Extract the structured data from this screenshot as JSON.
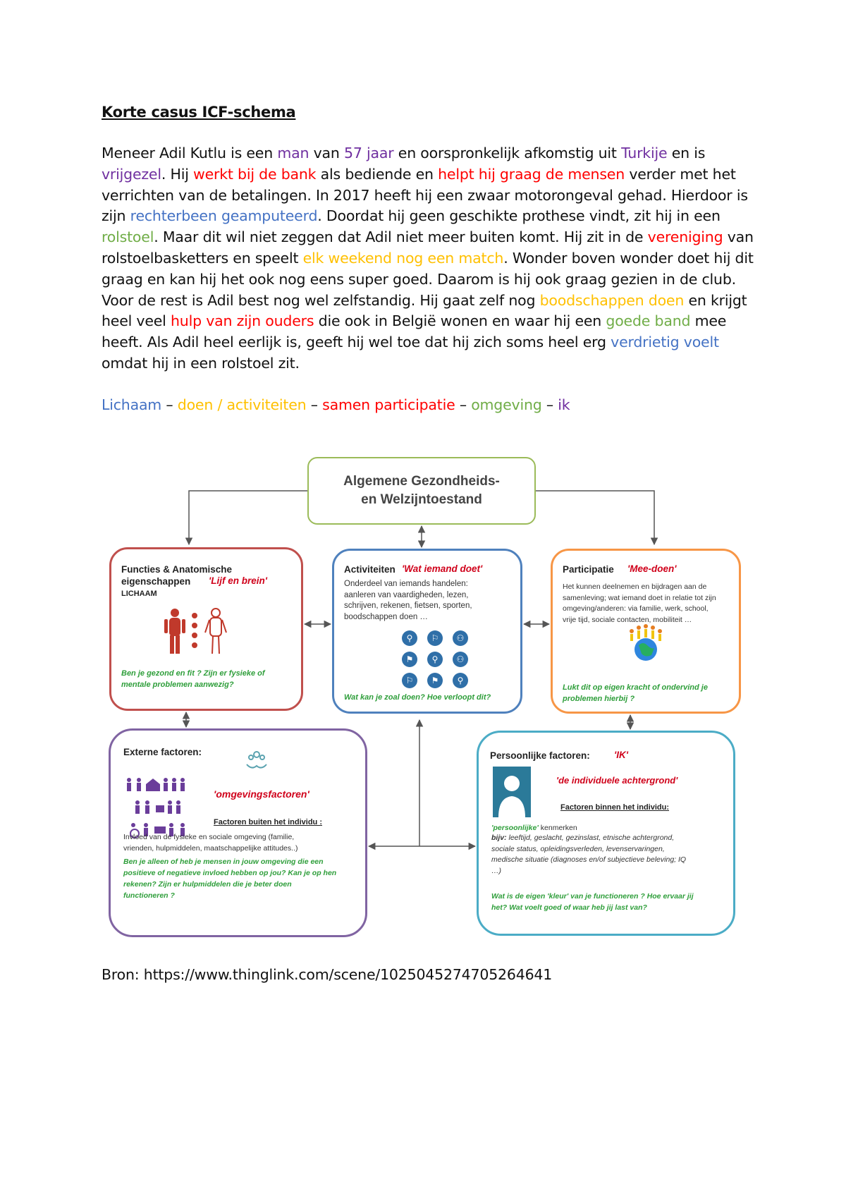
{
  "document": {
    "title": "Korte casus ICF-schema",
    "story": [
      {
        "t": "Meneer Adil Kutlu is een ",
        "c": ""
      },
      {
        "t": "man",
        "c": "purple"
      },
      {
        "t": " van ",
        "c": ""
      },
      {
        "t": "57 jaar",
        "c": "purple"
      },
      {
        "t": " en oorspronkelijk afkomstig uit ",
        "c": ""
      },
      {
        "t": "Turkije",
        "c": "purple"
      },
      {
        "t": " en is ",
        "c": ""
      },
      {
        "t": "vrijgezel",
        "c": "purple"
      },
      {
        "t": ". Hij ",
        "c": ""
      },
      {
        "t": "werkt bij de bank",
        "c": "red"
      },
      {
        "t": " als bediende en ",
        "c": ""
      },
      {
        "t": "helpt hij graag de mensen",
        "c": "red"
      },
      {
        "t": " verder met het verrichten van de betalingen. In 2017 heeft hij een zwaar motorongeval gehad. Hierdoor is zijn ",
        "c": ""
      },
      {
        "t": "rechterbeen geamputeerd",
        "c": "blue"
      },
      {
        "t": ". Doordat hij geen geschikte prothese vindt, zit hij in een ",
        "c": ""
      },
      {
        "t": "rolstoel",
        "c": "green"
      },
      {
        "t": ". Maar dit wil niet zeggen dat Adil niet meer buiten komt. Hij zit in de ",
        "c": ""
      },
      {
        "t": "vereniging",
        "c": "red"
      },
      {
        "t": " van rolstoelbasketters en speelt ",
        "c": ""
      },
      {
        "t": "elk weekend nog een match",
        "c": "yellow"
      },
      {
        "t": ". Wonder boven wonder doet hij dit graag en kan hij het ook nog eens super goed. Daarom is hij ook graag gezien in de club. Voor de rest is Adil best nog wel zelfstandig. Hij gaat zelf nog ",
        "c": ""
      },
      {
        "t": "boodschappen doen",
        "c": "yellow"
      },
      {
        "t": " en krijgt heel veel ",
        "c": ""
      },
      {
        "t": "hulp van zijn ouders",
        "c": "red"
      },
      {
        "t": " die ook in België wonen en waar hij een ",
        "c": ""
      },
      {
        "t": "goede band",
        "c": "green"
      },
      {
        "t": " mee heeft. Als Adil heel eerlijk is, geeft hij wel toe dat hij zich soms heel erg ",
        "c": ""
      },
      {
        "t": "verdrietig voelt",
        "c": "blue"
      },
      {
        "t": " omdat hij in een rolstoel zit.",
        "c": ""
      }
    ],
    "legend": [
      {
        "t": "Lichaam",
        "c": "blue"
      },
      {
        "t": " – ",
        "c": ""
      },
      {
        "t": "doen / activiteiten",
        "c": "yellow"
      },
      {
        "t": " – ",
        "c": ""
      },
      {
        "t": "samen participatie",
        "c": "red"
      },
      {
        "t": " – ",
        "c": ""
      },
      {
        "t": "omgeving",
        "c": "green"
      },
      {
        "t": " – ",
        "c": ""
      },
      {
        "t": "ik",
        "c": "purple"
      }
    ],
    "source": "Bron: https://www.thinglink.com/scene/1025045274705264641"
  },
  "colors": {
    "purple": "#7030A0",
    "red": "#FF0000",
    "blue": "#4472C4",
    "green": "#70AD47",
    "yellow": "#FFC000"
  },
  "diagram": {
    "top_box": {
      "title": "Algemene Gezondheids-\nen Welzijntoestand"
    },
    "functies": {
      "heading": "Functies & Anatomische\neigenschappen",
      "tag": "'Lijf en brein'",
      "sub": "LICHAAM",
      "question": "Ben je gezond en fit ? Zijn er fysieke of\nmentale problemen aanwezig?",
      "icon": "body-figures-icon"
    },
    "activiteiten": {
      "heading": "Activiteiten",
      "tag": "'Wat iemand doet'",
      "body": "Onderdeel van iemands handelen:\naanleren van vaardigheden, lezen,\nschrijven, rekenen, fietsen, sporten,\nboodschappen doen …",
      "question": "Wat kan je zoal doen? Hoe verloopt dit?",
      "icon": "activity-circles-icon"
    },
    "participatie": {
      "heading": "Participatie",
      "tag": "'Mee-doen'",
      "body": "Het kunnen deelnemen en bijdragen aan de\nsamenleving; wat iemand doet in relatie tot zijn\nomgeving/anderen: via familie, werk, school,\nvrije tijd, sociale contacten, mobiliteit …",
      "question": "Lukt dit op eigen kracht of ondervind je\nproblemen hierbij ?",
      "icon": "globe-people-icon"
    },
    "extern": {
      "heading": "Externe factoren:",
      "tag": "'omgevingsfactoren'",
      "sub": "Factoren buiten het individu :",
      "body": "Invloed van de fysieke en sociale omgeving (familie,\nvrienden, hulpmiddelen, maatschappelijke attitudes..)",
      "question": "Ben je alleen of heb je mensen in jouw omgeving die een\npositieve of negatieve invloed hebben op jou? Kan je op hen\nrekenen? Zijn er hulpmiddelen die je beter doen\nfunctioneren ?",
      "icon": "people-groups-icon"
    },
    "persoonlijk": {
      "heading": "Persoonlijke factoren:",
      "tag": "'IK'",
      "tag2": "'de individuele achtergrond'",
      "sub": "Factoren binnen het individu:",
      "kenmerken_label": "'persoonlijke'",
      "kenmerken_rest": " kenmerken",
      "bijv_label": "bijv:",
      "bijv_rest": " leeftijd, geslacht, gezinslast, etnische achtergrond,\nsociale status, opleidingsverleden, levenservaringen,\nmedische situatie (diagnoses en/of subjectieve beleving; IQ\n…)",
      "question": "Wat is de eigen 'kleur' van je functioneren ? Hoe ervaar jij\nhet? Wat voelt goed of waar heb jij last van?",
      "icon": "person-portrait-icon"
    }
  }
}
